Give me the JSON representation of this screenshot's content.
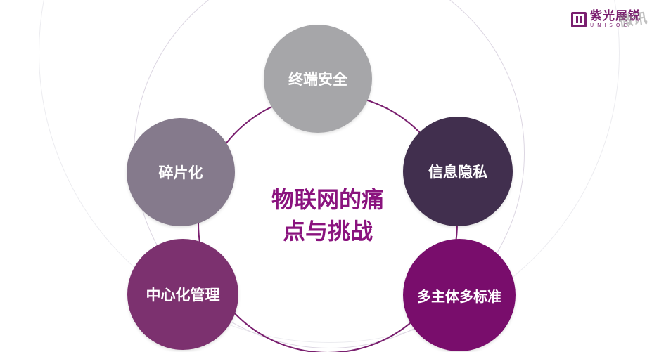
{
  "center_title": {
    "line1": "物联网的痛",
    "line2": "点与挑战"
  },
  "nodes": [
    {
      "label": "终端安全",
      "color": "#a6a6a9"
    },
    {
      "label": "信息隐私",
      "color": "#412f4e"
    },
    {
      "label": "碎片化",
      "color": "#857a8c"
    },
    {
      "label": "中心化管理",
      "color": "#7c316f"
    },
    {
      "label": "多主体多标准",
      "color": "#790d6c"
    }
  ],
  "logo": {
    "name_cn": "紫光展锐",
    "name_en": "UNISOC",
    "color": "#7a1f6f"
  },
  "watermark": "微讯"
}
